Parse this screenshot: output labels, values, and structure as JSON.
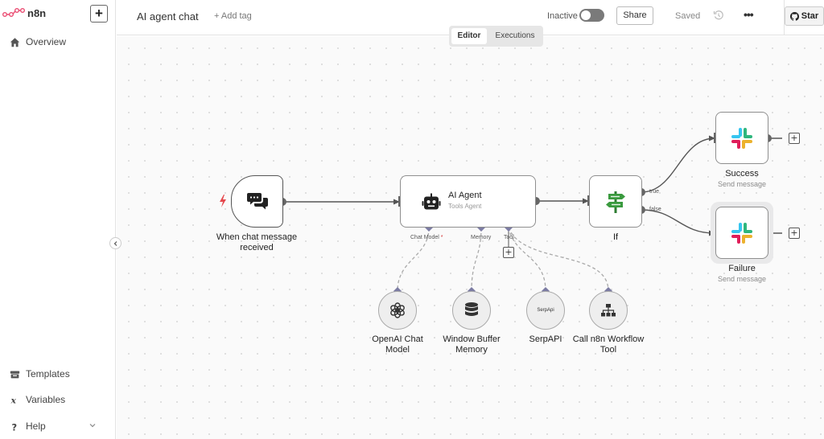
{
  "app": {
    "name": "n8n"
  },
  "sidebar": {
    "new_button": "+",
    "items": [
      {
        "label": "Overview",
        "icon": "home-icon"
      },
      {
        "label": "Templates",
        "icon": "templates-icon"
      },
      {
        "label": "Variables",
        "icon": "variables-icon"
      },
      {
        "label": "Help",
        "icon": "help-icon"
      }
    ]
  },
  "header": {
    "workflow_title": "AI agent chat",
    "add_tag": "+ Add tag",
    "active_status": "Inactive",
    "active": false,
    "share": "Share",
    "saved": "Saved",
    "more": "•••",
    "star": "Star"
  },
  "tabs": {
    "editor": "Editor",
    "executions": "Executions",
    "active": "Editor"
  },
  "nodes": {
    "trigger": {
      "label": "When chat message received"
    },
    "agent": {
      "title": "AI Agent",
      "subtitle": "Tools Agent"
    },
    "if": {
      "label": "If"
    },
    "success": {
      "label": "Success",
      "subtitle": "Send message"
    },
    "failure": {
      "label": "Failure",
      "subtitle": "Send message"
    },
    "openai": {
      "label": "OpenAI Chat Model"
    },
    "memory": {
      "label": "Window Buffer Memory"
    },
    "serpapi": {
      "label": "SerpAPI",
      "icon_text": "SerpApi"
    },
    "workflow_tool": {
      "label": "Call n8n Workflow Tool"
    }
  },
  "ports": {
    "chat_model": "Chat Model",
    "required_mark": "*",
    "memory": "Memory",
    "tool": "Tool",
    "true": "true",
    "false": "false"
  },
  "colors": {
    "accent": "#ea4b71",
    "edge": "#555555",
    "ai_port": "#7c7ca3"
  }
}
